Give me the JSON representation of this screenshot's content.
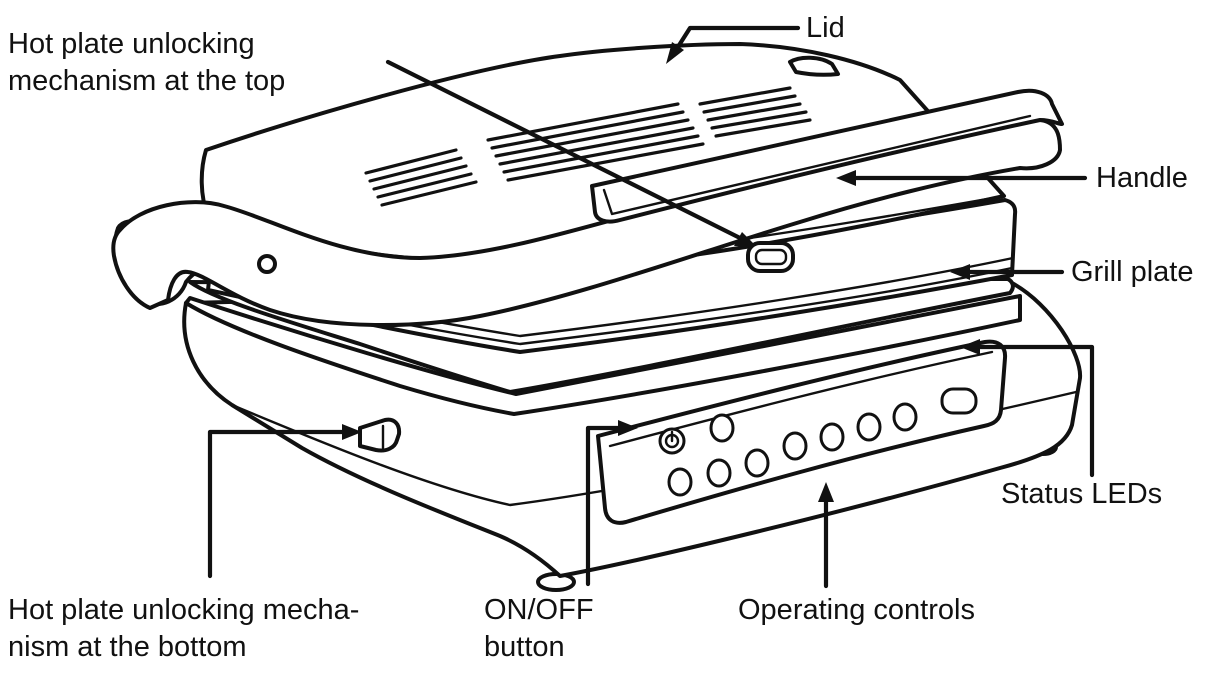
{
  "labels": {
    "lid": "Lid",
    "top_unlock": "Hot plate unlocking\nmechanism at the top",
    "handle": "Handle",
    "grill_plate": "Grill plate",
    "status_leds": "Status LEDs",
    "bottom_unlock": "Hot plate unlocking mecha-\nnism at the bottom",
    "on_off": "ON/OFF\nbutton",
    "operating_controls": "Operating controls"
  }
}
